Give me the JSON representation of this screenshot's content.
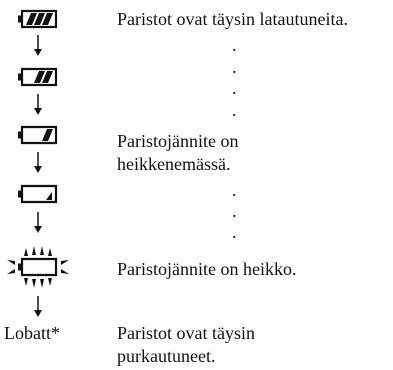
{
  "levels": [
    {
      "state": "full",
      "bars": 3
    },
    {
      "state": "two-thirds",
      "bars": 2
    },
    {
      "state": "one-third",
      "bars": 1
    },
    {
      "state": "minimal",
      "bars": 0.5
    },
    {
      "state": "empty-blinking",
      "bars": 0
    }
  ],
  "descriptions": {
    "full": "Paristot ovat täysin latautuneita.",
    "weakening_line1": "Paristojännite on",
    "weakening_line2": "heikkenemässä.",
    "low": "Paristojännite on heikko.",
    "empty_line1": "Paristot ovat täysin",
    "empty_line2": "purkautuneet."
  },
  "lobatt_label": "Lobatt*",
  "dot": "."
}
